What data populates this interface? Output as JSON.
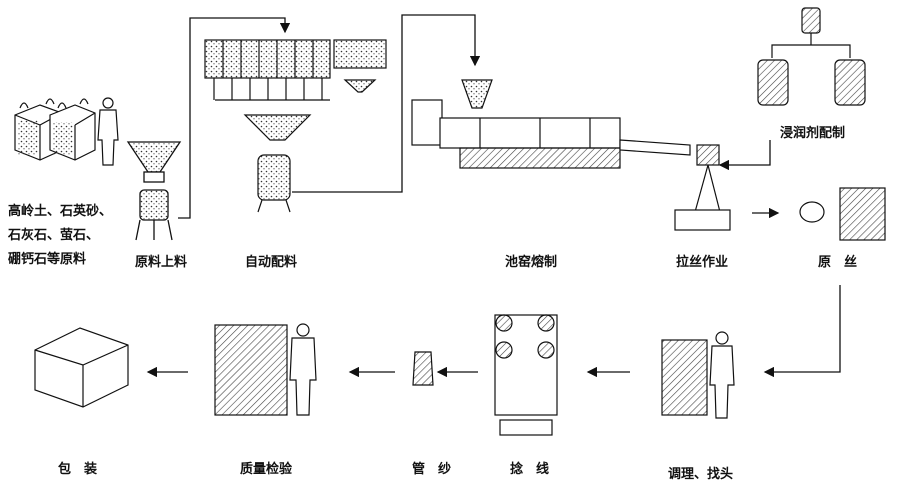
{
  "steps": {
    "raw_materials": {
      "line1": "高岭土、石英砂、",
      "line2": "石灰石、萤石、",
      "line3": "硼钙石等原料"
    },
    "feeding": "原料上料",
    "batching": "自动配料",
    "furnace": "池窑熔制",
    "lubricant": "浸润剂配制",
    "drawing": "拉丝作业",
    "raw_yarn": "原　丝",
    "conditioning": "调理、找头",
    "twisting": "捻　线",
    "tube_yarn": "管　纱",
    "inspection": "质量检验",
    "packing": "包　装"
  },
  "colors": {
    "line": "#111111",
    "fill": "#ffffff",
    "hatch": "#555555"
  }
}
